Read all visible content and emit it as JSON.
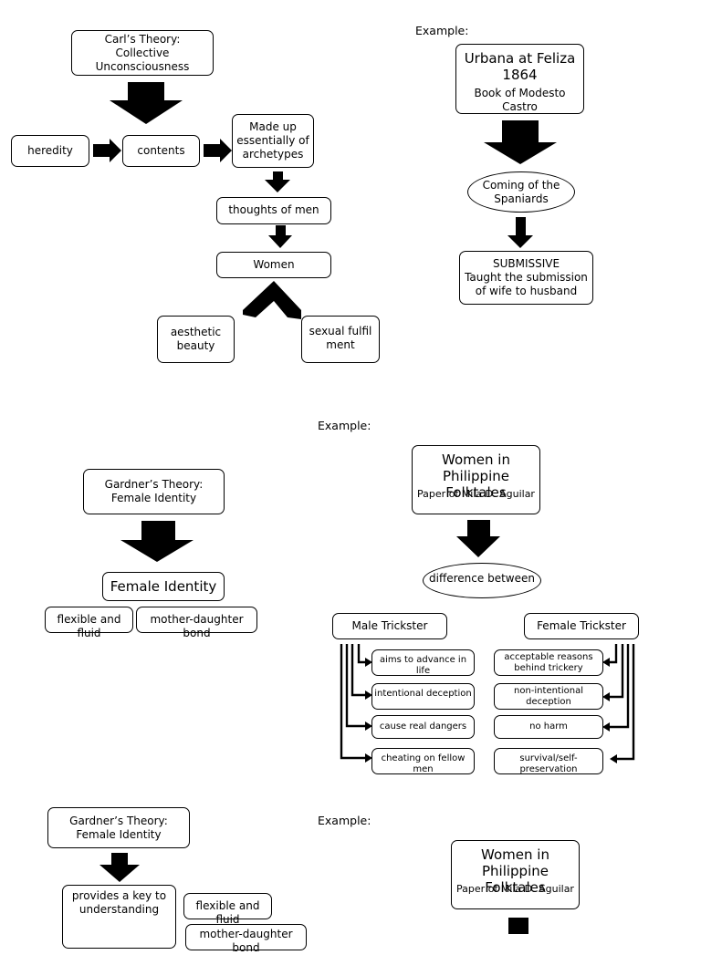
{
  "colors": {
    "ink": "#000000",
    "paper": "#ffffff"
  },
  "section1": {
    "theory": "Carl’s Theory:\nCollective Unconsciousness",
    "heredity": "heredity",
    "contents": "contents",
    "archetypes": "Made up essentially of archetypes",
    "thoughts": "thoughts of men",
    "women": "Women",
    "aesthetic": "aesthetic beauty",
    "sexual": "sexual fulfilment",
    "example_label": "Example:",
    "urbana": "Urbana at Feliza 1864",
    "book": "Book of Modesto Castro",
    "coming": "Coming of the Spaniards",
    "submissive": "SUBMISSIVE\nTaught the submission of wife to husband"
  },
  "section2": {
    "example_label": "Example:",
    "theory": "Gardner’s Theory:\nFemale Identity",
    "female_identity": "Female Identity",
    "flexible": "flexible and fluid",
    "mother": "mother-daughter bond",
    "women_folk": "Women in Philippine Folktales",
    "paper": "Paper of Mila D. Aguilar",
    "difference": "difference between",
    "male": "Male Trickster",
    "female": "Female Trickster",
    "male_items": [
      "aims to advance in life",
      "intentional deception",
      "cause real dangers",
      "cheating on fellow men"
    ],
    "female_items": [
      "acceptable reasons behind trickery",
      "non-intentional deception",
      "no harm",
      "survival/self-preservation"
    ]
  },
  "section3": {
    "theory": "Gardner’s Theory:\nFemale Identity",
    "example_label": "Example:",
    "key": "provides a key to understanding",
    "flexible": "flexible and fluid",
    "mother": "mother-daughter bond",
    "women_folk": "Women in Philippine Folktales",
    "paper": "Paper of Mila D. Aguilar"
  }
}
